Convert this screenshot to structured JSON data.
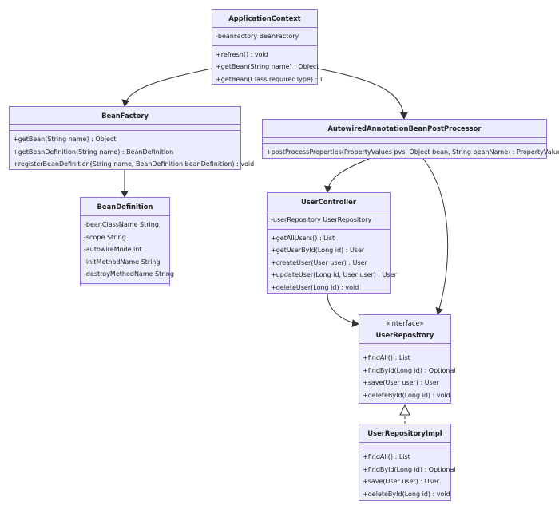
{
  "colors": {
    "node_fill": "#ececff",
    "node_border": "#9370db",
    "edge": "#333333",
    "text": "#222222"
  },
  "classes": {
    "application_context": {
      "name": "ApplicationContext",
      "attributes": [
        "-beanFactory BeanFactory"
      ],
      "methods": [
        "+refresh() : void",
        "+getBean(String name) : Object",
        "+getBean(Class requiredType) : T"
      ]
    },
    "bean_factory": {
      "name": "BeanFactory",
      "attributes": [],
      "methods": [
        "+getBean(String name) : Object",
        "+getBeanDefinition(String name) : BeanDefinition",
        "+registerBeanDefinition(String name, BeanDefinition beanDefinition) : void"
      ]
    },
    "autowired_processor": {
      "name": "AutowiredAnnotationBeanPostProcessor",
      "attributes": [],
      "methods": [
        "+postProcessProperties(PropertyValues pvs, Object bean, String beanName) : PropertyValues"
      ]
    },
    "bean_definition": {
      "name": "BeanDefinition",
      "attributes": [
        "-beanClassName String",
        "-scope String",
        "-autowireMode int",
        "-initMethodName String",
        "-destroyMethodName String"
      ],
      "methods": []
    },
    "user_controller": {
      "name": "UserController",
      "attributes": [
        "-userRepository UserRepository"
      ],
      "methods": [
        "+getAllUsers() : List",
        "+getUserById(Long id) : User",
        "+createUser(User user) : User",
        "+updateUser(Long id, User user) : User",
        "+deleteUser(Long id) : void"
      ]
    },
    "user_repository": {
      "stereotype": "«interface»",
      "name": "UserRepository",
      "attributes": [],
      "methods": [
        "+findAll() : List",
        "+findById(Long id) : Optional",
        "+save(User user) : User",
        "+deleteById(Long id) : void"
      ]
    },
    "user_repository_impl": {
      "name": "UserRepositoryImpl",
      "attributes": [],
      "methods": [
        "+findAll() : List",
        "+findById(Long id) : Optional",
        "+save(User user) : User",
        "+deleteById(Long id) : void"
      ]
    }
  }
}
